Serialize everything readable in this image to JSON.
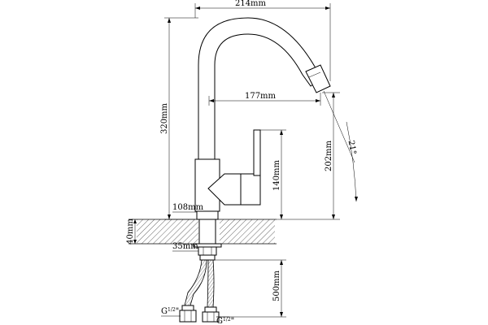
{
  "dimensions": {
    "overall_width": "214mm",
    "spout_reach": "177mm",
    "total_height": "320mm",
    "spout_outlet_height": "202mm",
    "handle_height": "140mm",
    "base_height": "108mm",
    "deck_thickness": "40mm",
    "shank_diameter": "35mm",
    "hose_length": "500mm",
    "swivel_angle": "21°"
  },
  "connectors": {
    "left": {
      "prefix": "G",
      "fraction": "1/2",
      "suffix": "\""
    },
    "right": {
      "prefix": "G",
      "fraction": "1/2",
      "suffix": "\""
    }
  },
  "colors": {
    "line": "#000000",
    "hatch": "#000000",
    "background": "#ffffff"
  }
}
